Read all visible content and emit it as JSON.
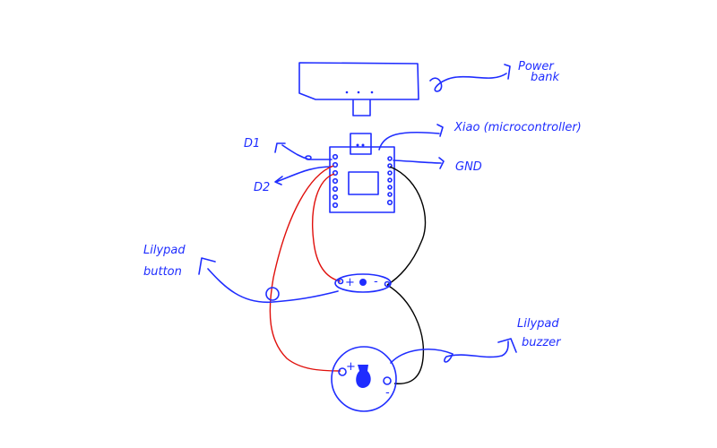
{
  "labels": {
    "power_bank": [
      "Power",
      "bank"
    ],
    "xiao": "Xiao (microcontroller)",
    "d1": "D1",
    "d2": "D2",
    "gnd": "GND",
    "lilypad_button": [
      "Lilypad",
      "button"
    ],
    "lilypad_buzzer": [
      "Lilypad",
      "buzzer"
    ],
    "plus": "+",
    "minus": "-"
  },
  "colors": {
    "ink": "#1f2dff",
    "positive_wire": "#e0100c",
    "ground_wire": "#000000"
  }
}
